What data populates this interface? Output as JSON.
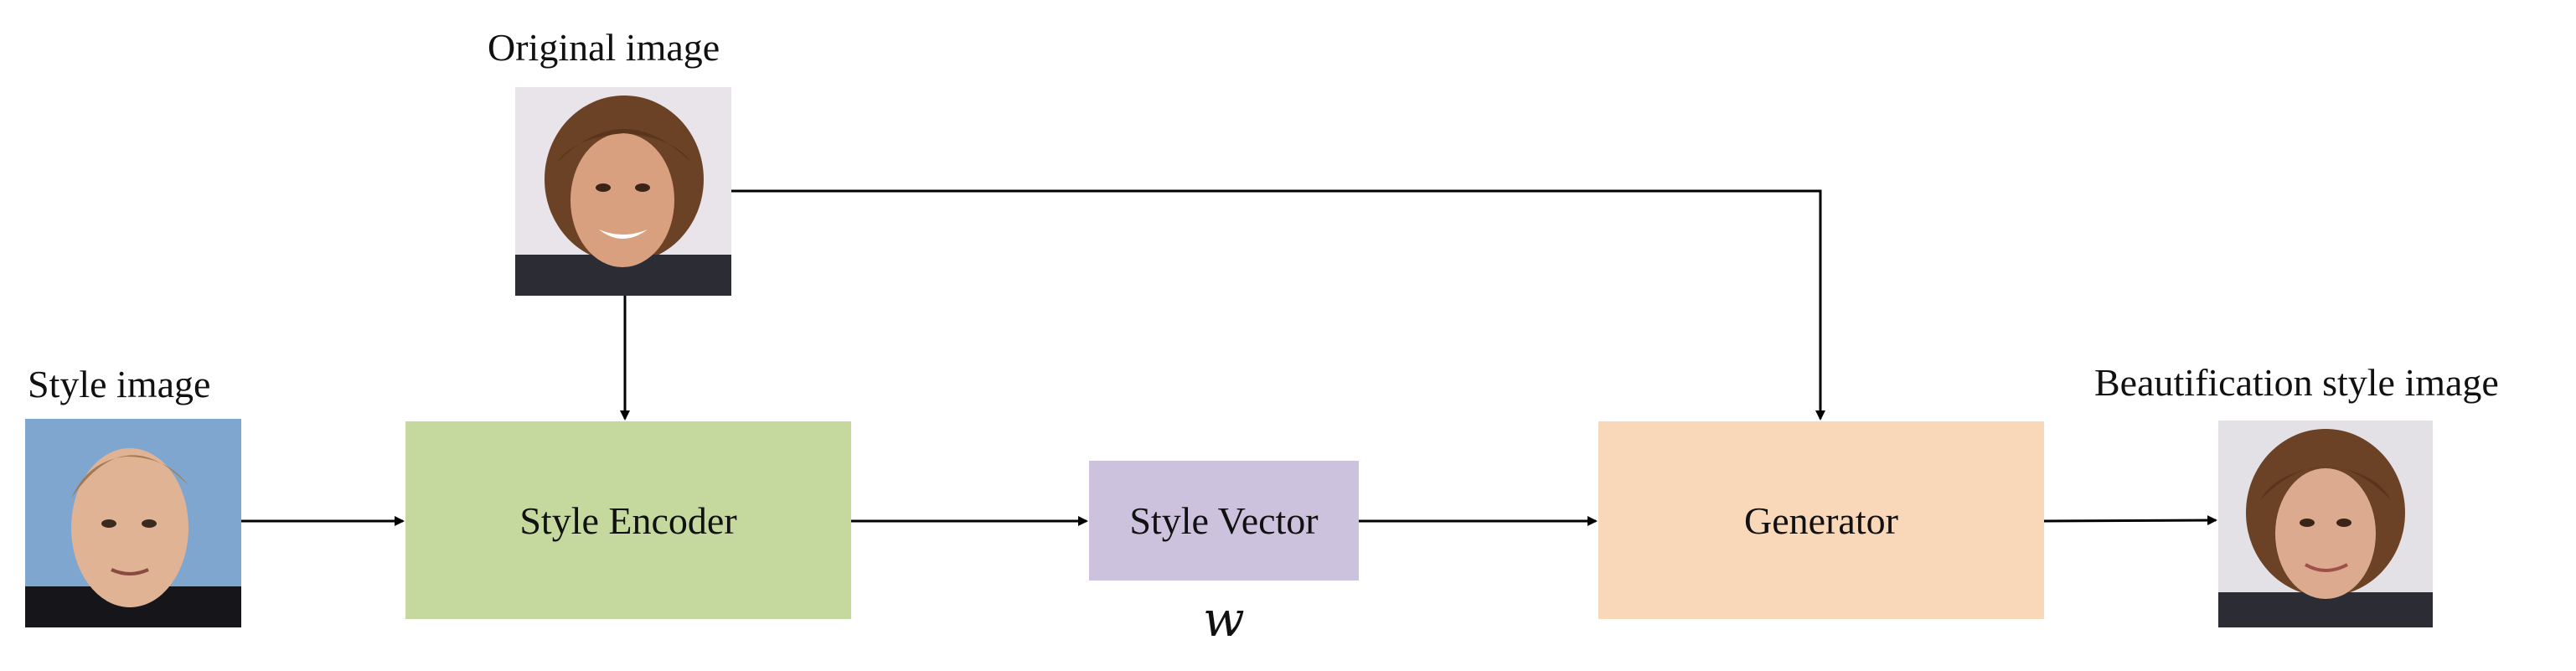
{
  "labels": {
    "original_image": "Original image",
    "style_image": "Style image",
    "beautified_image": "Beautification style image",
    "latent_symbol": "w"
  },
  "blocks": {
    "style_encoder": "Style Encoder",
    "style_vector": "Style Vector",
    "generator": "Generator"
  },
  "colors": {
    "style_encoder": "#c5d99e",
    "style_vector": "#cdc2de",
    "generator": "#f9d7b9",
    "arrow": "#000000"
  }
}
